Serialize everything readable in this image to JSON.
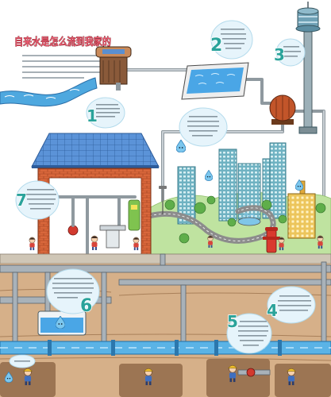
{
  "title": "自来水是怎么流到我家的",
  "steps": [
    "1",
    "2",
    "3",
    "4",
    "5",
    "6",
    "7"
  ],
  "colors": {
    "title": "#e9566c",
    "step_number": "#2aa39b",
    "water": "#4ea8df",
    "roof": "#5b93d8",
    "brick": "#d9673b",
    "soil": "#d6b089",
    "pipe": "#a9b2b9",
    "grass": "#bfe3a0"
  },
  "icons": [
    "water-drop-icon",
    "kid-icon",
    "worker-icon",
    "water-tower-icon",
    "pump-icon",
    "fire-hydrant-icon"
  ]
}
